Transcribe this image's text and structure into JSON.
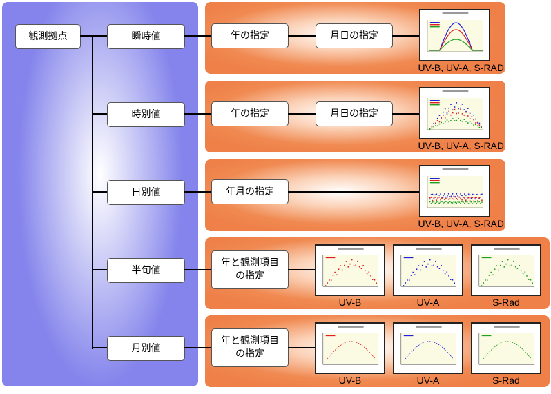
{
  "root": "観測拠点",
  "rows": [
    {
      "level": "瞬時値",
      "steps": [
        "年の指定",
        "月日の指定"
      ],
      "thumbs": [
        {
          "kind": "curve",
          "caption": "UV-B, UV-A, S-RAD"
        }
      ]
    },
    {
      "level": "時別値",
      "steps": [
        "年の指定",
        "月日の指定"
      ],
      "thumbs": [
        {
          "kind": "dots3",
          "caption": "UV-B, UV-A, S-RAD"
        }
      ]
    },
    {
      "level": "日別値",
      "steps": [
        "年月の指定"
      ],
      "thumbs": [
        {
          "kind": "scatter3",
          "caption": "UV-B, UV-A, S-RAD"
        }
      ]
    },
    {
      "level": "半旬値",
      "steps": [
        "年と観測項目\nの指定"
      ],
      "thumbs": [
        {
          "kind": "scatter",
          "color": "#e02020",
          "caption": "UV-B"
        },
        {
          "kind": "scatter",
          "color": "#2020e0",
          "caption": "UV-A"
        },
        {
          "kind": "scatter",
          "color": "#20a020",
          "caption": "S-Rad"
        }
      ]
    },
    {
      "level": "月別値",
      "steps": [
        "年と観測項目\nの指定"
      ],
      "thumbs": [
        {
          "kind": "arc",
          "color": "#e02020",
          "caption": "UV-B"
        },
        {
          "kind": "arc",
          "color": "#2020e0",
          "caption": "UV-A"
        },
        {
          "kind": "arc",
          "color": "#20a020",
          "caption": "S-Rad"
        }
      ]
    }
  ],
  "colors": {
    "uvb": "#e02020",
    "uva": "#2020e0",
    "srad": "#20a020"
  }
}
